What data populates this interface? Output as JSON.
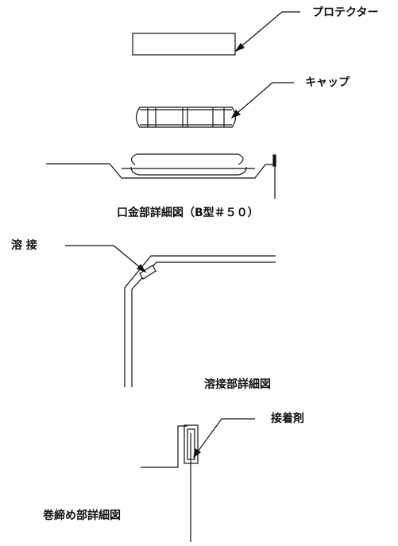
{
  "labels": {
    "protector": "プロテクター",
    "cap": "キャップ",
    "mouth_detail": "口金部詳細図（B型＃５０）",
    "weld": "溶 接",
    "weld_detail": "溶接部詳細図",
    "adhesive": "接着剤",
    "roll_detail": "巻締め部詳細図"
  },
  "colors": {
    "line": "#111111",
    "background": "#ffffff"
  }
}
